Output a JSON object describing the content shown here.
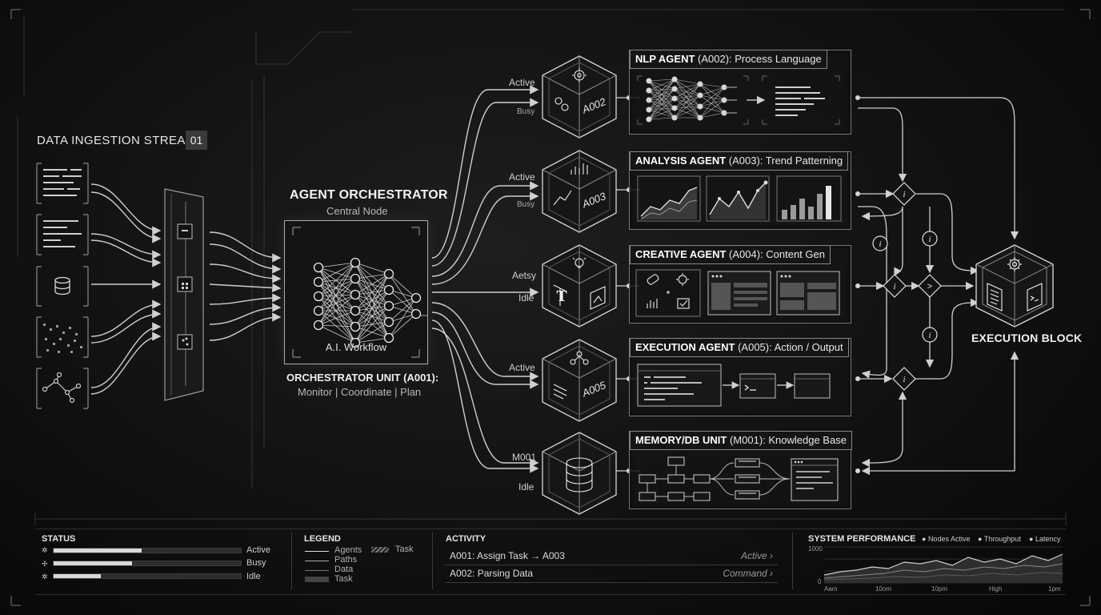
{
  "ingestion": {
    "title": "DATA INGESTION STREAM",
    "index": "01"
  },
  "orchestrator": {
    "title": "AGENT ORCHESTRATOR",
    "subtitle": "Central Node",
    "inner_label": "A.I. Workflow",
    "unit_title": "ORCHESTRATOR UNIT (A001):",
    "unit_subtitle": "Monitor | Coordinate | Plan"
  },
  "agents": [
    {
      "id": "nlp",
      "title_bold": "NLP AGENT",
      "title_rest": " (A002): Process Language",
      "cube_label": "A002",
      "status_top": "Active",
      "status_bottom": "Busy"
    },
    {
      "id": "analysis",
      "title_bold": "ANALYSIS AGENT",
      "title_rest": " (A003): Trend Patterning",
      "cube_label": "A003",
      "status_top": "Active",
      "status_bottom": "Busy"
    },
    {
      "id": "creative",
      "title_bold": "CREATIVE AGENT",
      "title_rest": " (A004): Content Gen",
      "cube_label": "",
      "status_top": "Aetsy",
      "status_bottom": "Idle"
    },
    {
      "id": "execution",
      "title_bold": "EXECUTION AGENT",
      "title_rest": " (A005): Action / Output",
      "cube_label": "A005",
      "status_top": "Active",
      "status_bottom": ""
    },
    {
      "id": "memory",
      "title_bold": "MEMORY/DB UNIT",
      "title_rest": " (M001): Knowledge Base",
      "cube_label": "",
      "status_top": "M001",
      "status_bottom": "Idle"
    }
  ],
  "execution_block": {
    "title": "EXECUTION BLOCK"
  },
  "footer": {
    "status": {
      "title": "STATUS",
      "rows": [
        {
          "label": "Active",
          "level": 0.47
        },
        {
          "label": "Busy",
          "level": 0.42
        },
        {
          "label": "Idle",
          "level": 0.25
        }
      ]
    },
    "legend": {
      "title": "LEGEND",
      "items": [
        "Agents",
        "Paths",
        "Data",
        "Task"
      ],
      "hatched_item": "Task"
    },
    "activity": {
      "title": "ACTIVITY",
      "rows": [
        {
          "text": "A001: Assign Task → A003",
          "state": "Active ›"
        },
        {
          "text": "A002: Parsing Data",
          "state": "Command ›"
        }
      ]
    },
    "performance": {
      "title": "SYSTEM PERFORMANCE",
      "legend": [
        "Nodes Active",
        "Throughput",
        "Latency"
      ],
      "y_top": "1000",
      "y_bottom": "0",
      "x_labels": [
        "Aam",
        "10om",
        "10pm",
        "High",
        "1pm"
      ]
    }
  },
  "colors": {
    "background": "#0c0c0c",
    "line": "#d0d0d0",
    "panel_border": "#777777",
    "accent": "#ffffff"
  },
  "icons": [
    "gear-icon",
    "chart-icon",
    "text-icon",
    "terminal-icon",
    "database-icon",
    "info-icon",
    "arrow-icon",
    "document-icon"
  ]
}
